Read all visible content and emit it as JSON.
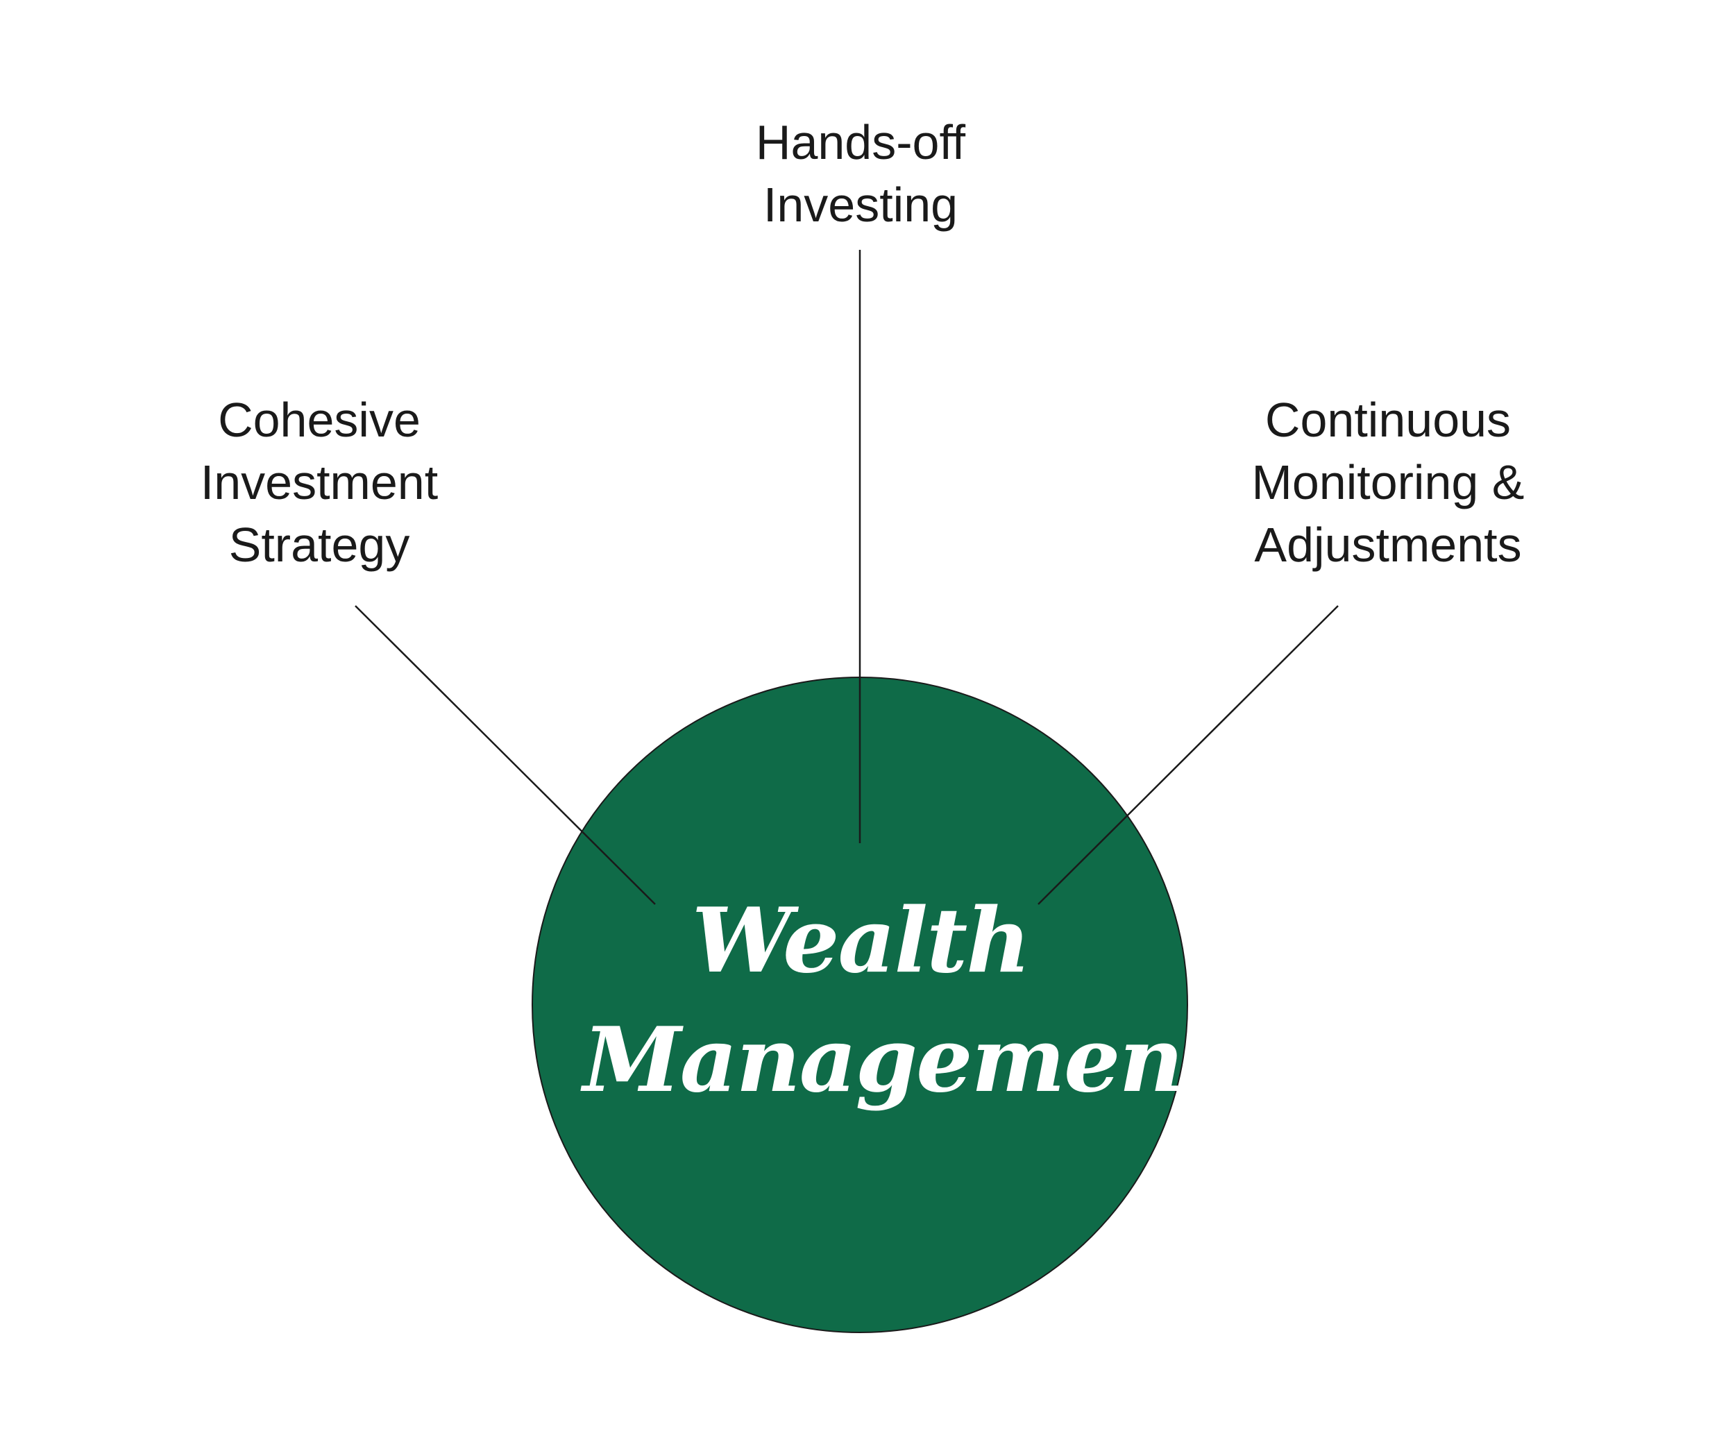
{
  "diagram": {
    "center_node": {
      "lines": [
        "Wealth",
        "Management"
      ],
      "fill_color": "#0f6b48",
      "text_color": "#ffffff"
    },
    "branches": [
      {
        "id": "top",
        "lines": [
          "Hands-off",
          "Investing"
        ]
      },
      {
        "id": "left",
        "lines": [
          "Cohesive",
          "Investment",
          "Strategy"
        ]
      },
      {
        "id": "right",
        "lines": [
          "Continuous",
          "Monitoring &",
          "Adjustments"
        ]
      }
    ],
    "line_color": "#1a1a1a"
  }
}
